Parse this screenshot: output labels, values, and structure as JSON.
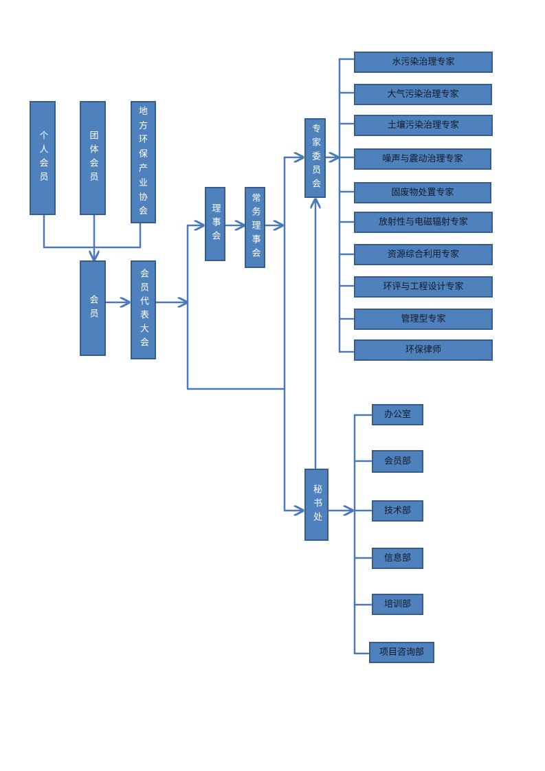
{
  "members": {
    "individual": "个人会员",
    "group": "团体会员",
    "local_association": "地方环保产业协会",
    "member": "会员",
    "congress": "会员代表大会"
  },
  "council": "理事会",
  "standing_council": "常务理事会",
  "expert_committee": "专家委员会",
  "secretariat": "秘书处",
  "experts": [
    "水污染治理专家",
    "大气污染治理专家",
    "土壤污染治理专家",
    "噪声与震动治理专家",
    "固废物处置专家",
    "放射性与电磁辐射专家",
    "资源综合利用专家",
    "环评与工程设计专家",
    "管理型专家",
    "环保律师"
  ],
  "departments": [
    "办公室",
    "会员部",
    "技术部",
    "信息部",
    "培训部",
    "项目咨询部"
  ],
  "colors": {
    "box_fill": "#4f81bd",
    "box_border": "#385d8a",
    "line": "#4a7ab5",
    "light_label_text": "#0f1a2a"
  }
}
